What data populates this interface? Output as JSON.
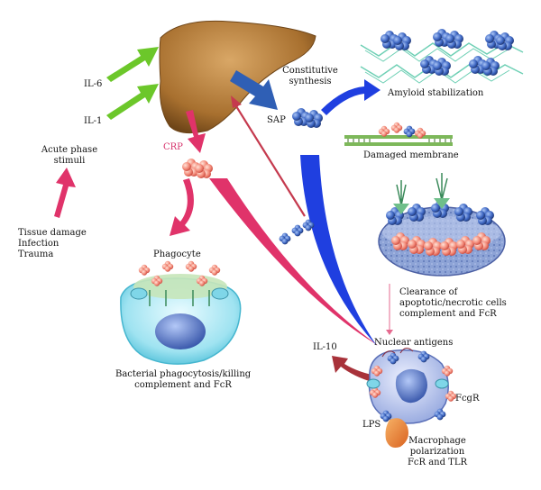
{
  "labels": {
    "il6": "IL-6",
    "il1": "IL-1",
    "acute_phase": [
      "Acute phase",
      "stimuli"
    ],
    "stimuli_list": [
      "Tissue damage",
      "Infection",
      "Trauma"
    ],
    "constitutive": [
      "Constitutive",
      "synthesis"
    ],
    "sap": "SAP",
    "crp": "CRP",
    "amyloid": "Amyloid stabilization",
    "damaged_membrane": "Damaged membrane",
    "clearance": [
      "Clearance of",
      "apoptotic/necrotic cells",
      "complement and FcR"
    ],
    "phagocyte": "Phagocyte",
    "bacterial": [
      "Bacterial phagocytosis/killing",
      "complement and FcR"
    ],
    "nuclear_antigens": "Nuclear antigens",
    "il10": "IL-10",
    "fcgr": "FcgR",
    "lps": "LPS",
    "macrophage": [
      "Macrophage",
      "polarization",
      "FcR and TLR"
    ]
  },
  "colors": {
    "liver": "#b07a3c",
    "green_arrow": "#6cc72a",
    "crp_pink": "#e0336a",
    "sap_blue": "#2f5fb5",
    "sap_bright": "#1f3fe0",
    "dark_red": "#a8323a",
    "cyan_cell": "#7fd6e8",
    "nucleus": "#5a7ccf",
    "orange_lps": "#e8893a"
  }
}
